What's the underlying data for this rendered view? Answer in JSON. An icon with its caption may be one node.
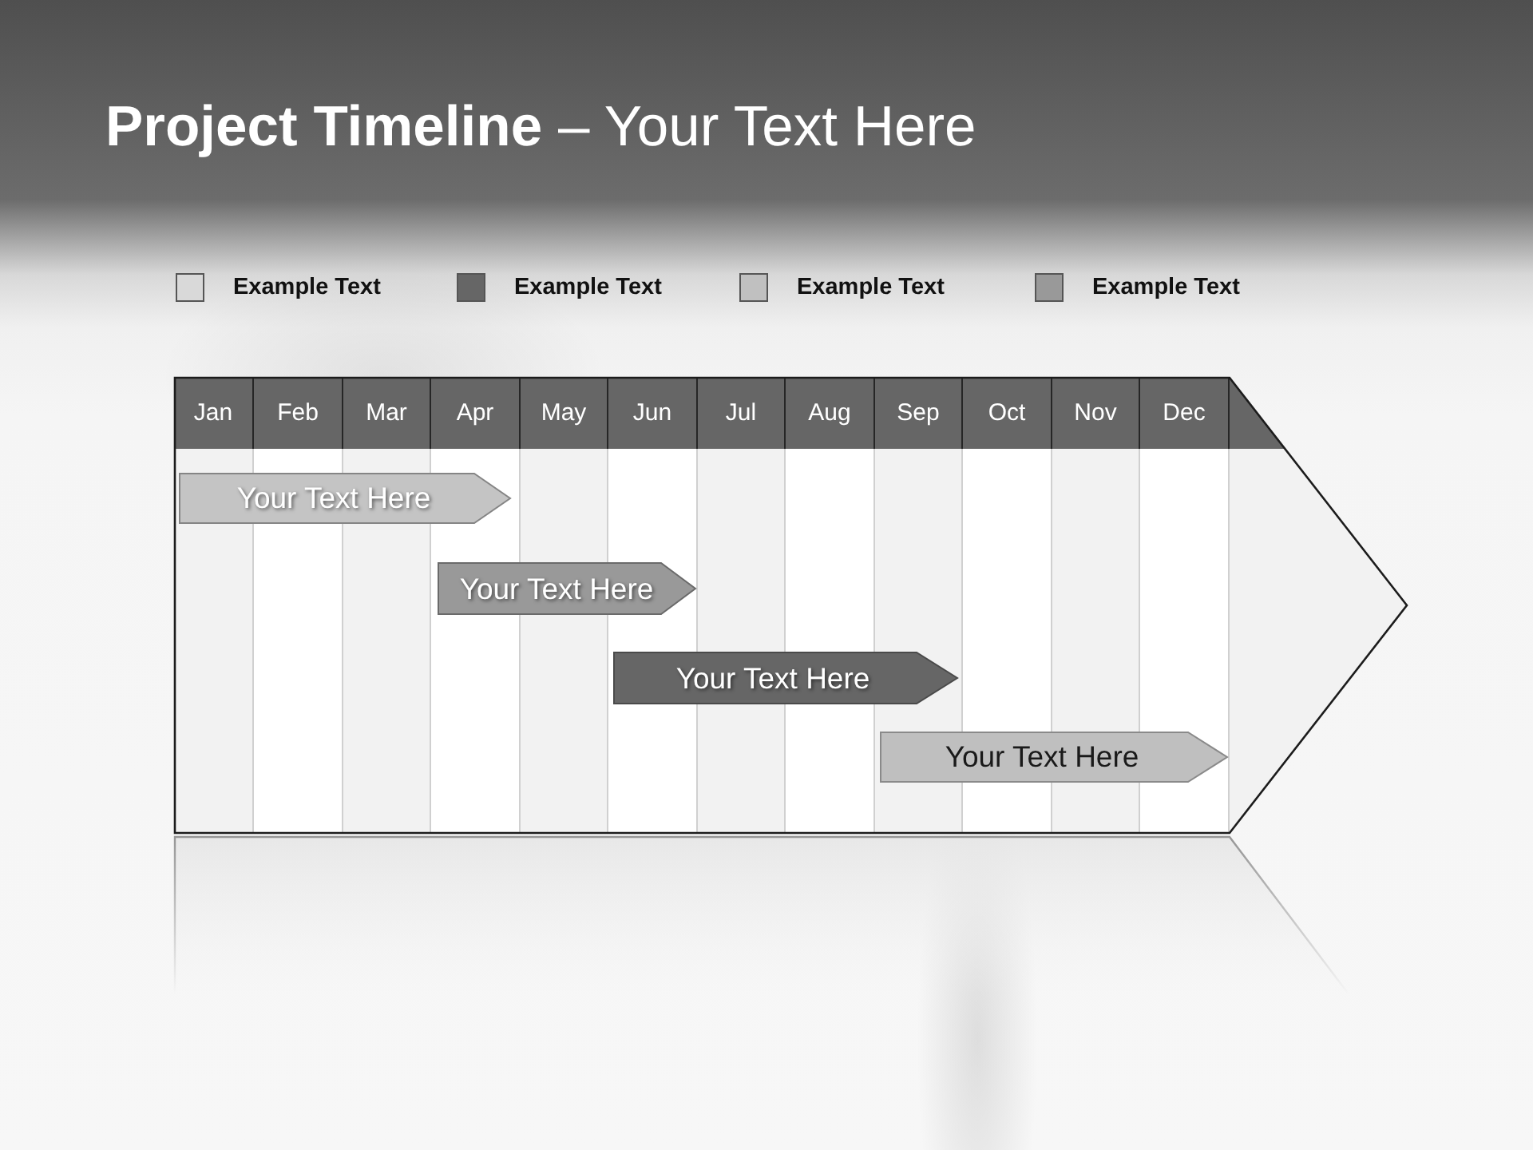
{
  "diagram": {
    "title": "**Project Timeline** – Your Text Here",
    "nodes": [
      {
        "text": [],
        "shape": "arrow"
      },
      {
        "text": [
          "Jan"
        ],
        "in": 0
      },
      {
        "text": [
          "Feb"
        ],
        "in": 0
      },
      {
        "text": [
          "Mar"
        ],
        "in": 0
      },
      {
        "text": [
          "Apr"
        ],
        "in": 0
      },
      {
        "text": [
          "May"
        ],
        "in": 0
      },
      {
        "text": [
          "Jun"
        ],
        "in": 0
      },
      {
        "text": [
          "Jul"
        ],
        "in": 0
      },
      {
        "text": [
          "Aug"
        ],
        "in": 0
      },
      {
        "text": [
          "Sep"
        ],
        "in": 0
      },
      {
        "text": [
          "Oct"
        ],
        "in": 0
      },
      {
        "text": [
          "Nov"
        ],
        "in": 0
      },
      {
        "text": [
          "Dec"
        ],
        "in": 0
      },
      {
        "text": [
          "Your Text Here"
        ],
        "in": 0
      },
      {
        "text": [
          "Your Text Here"
        ],
        "in": 0
      },
      {
        "text": [
          "Your Text Here"
        ],
        "in": 0
      },
      {
        "text": [
          "Your Text Here"
        ],
        "in": 0
      }
    ],
    "legend": [
      {
        "text": "Example Text",
        "color": "#d9d9d9"
      },
      {
        "text": "Example Text",
        "color": "#666666"
      },
      {
        "text": "Example Text",
        "color": "#c0c0c0"
      },
      {
        "text": "Example Text",
        "color": "#999999"
      }
    ]
  }
}
